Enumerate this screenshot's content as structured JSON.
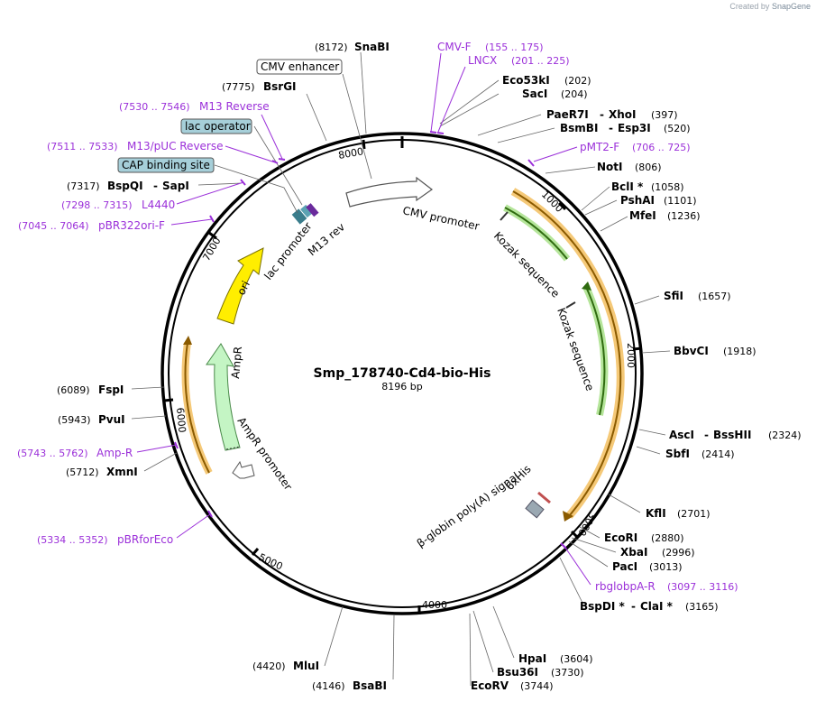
{
  "credit": {
    "prefix": "Created by",
    "brand": "SnapGene"
  },
  "plasmid": {
    "name": "Smp_178740-Cd4-bio-His",
    "length": "8196 bp"
  },
  "ticks": [
    "1000",
    "2000",
    "3000",
    "4000",
    "5000",
    "6000",
    "7000",
    "8000"
  ],
  "enzymes": [
    {
      "id": "snabi",
      "name": "SnaBI",
      "pos": "(8172)"
    },
    {
      "id": "bsrgi",
      "name": "BsrGI",
      "pos": "(7775)"
    },
    {
      "id": "eco53ki",
      "name": "Eco53kI",
      "pos": "(202)"
    },
    {
      "id": "saci",
      "name": "SacI",
      "pos": "(204)"
    },
    {
      "id": "paer7i",
      "name": "PaeR7I",
      "name2": "XhoI",
      "pos": "(397)"
    },
    {
      "id": "bsmbi",
      "name": "BsmBI",
      "name2": "Esp3I",
      "pos": "(520)"
    },
    {
      "id": "noti",
      "name": "NotI",
      "pos": "(806)"
    },
    {
      "id": "bcli",
      "name": "BclI *",
      "pos": "(1058)"
    },
    {
      "id": "pshai",
      "name": "PshAI",
      "pos": "(1101)"
    },
    {
      "id": "mfei",
      "name": "MfeI",
      "pos": "(1236)"
    },
    {
      "id": "sfii",
      "name": "SfiI",
      "pos": "(1657)"
    },
    {
      "id": "bbvci",
      "name": "BbvCI",
      "pos": "(1918)"
    },
    {
      "id": "asci",
      "name": "AscI",
      "name2": "BssHII",
      "pos": "(2324)"
    },
    {
      "id": "sbfi",
      "name": "SbfI",
      "pos": "(2414)"
    },
    {
      "id": "kfli",
      "name": "KflI",
      "pos": "(2701)"
    },
    {
      "id": "ecori",
      "name": "EcoRI",
      "pos": "(2880)"
    },
    {
      "id": "xbai",
      "name": "XbaI",
      "pos": "(2996)"
    },
    {
      "id": "paci",
      "name": "PacI",
      "pos": "(3013)"
    },
    {
      "id": "bspdi",
      "name": "BspDI *",
      "name2": "ClaI *",
      "pos": "(3165)"
    },
    {
      "id": "hpai",
      "name": "HpaI",
      "pos": "(3604)"
    },
    {
      "id": "bsu36i",
      "name": "Bsu36I",
      "pos": "(3730)"
    },
    {
      "id": "ecorv",
      "name": "EcoRV",
      "pos": "(3744)"
    },
    {
      "id": "bsabi",
      "name": "BsaBI",
      "pos": "(4146)"
    },
    {
      "id": "mlui",
      "name": "MluI",
      "pos": "(4420)"
    },
    {
      "id": "xmni",
      "name": "XmnI",
      "pos": "(5712)"
    },
    {
      "id": "pvui",
      "name": "PvuI",
      "pos": "(5943)"
    },
    {
      "id": "fspi",
      "name": "FspI",
      "pos": "(6089)"
    },
    {
      "id": "bspqi",
      "name": "BspQI",
      "name2": "SapI",
      "pos": "(7317)"
    }
  ],
  "primers": [
    {
      "id": "cmvf",
      "name": "CMV-F",
      "range": "(155 .. 175)"
    },
    {
      "id": "lncx",
      "name": "LNCX",
      "range": "(201 .. 225)"
    },
    {
      "id": "pmt2f",
      "name": "pMT2-F",
      "range": "(706 .. 725)"
    },
    {
      "id": "rbglobpar",
      "name": "rbglobpA-R",
      "range": "(3097 .. 3116)"
    },
    {
      "id": "pbrforeco",
      "name": "pBRforEco",
      "range": "(5334 .. 5352)"
    },
    {
      "id": "ampr",
      "name": "Amp-R",
      "range": "(5743 .. 5762)"
    },
    {
      "id": "pbr322orif",
      "name": "pBR322ori-F",
      "range": "(7045 .. 7064)"
    },
    {
      "id": "l4440",
      "name": "L4440",
      "range": "(7298 .. 7315)"
    },
    {
      "id": "m13puc",
      "name": "M13/pUC Reverse",
      "range": "(7511 .. 7533)"
    },
    {
      "id": "m13rev",
      "name": "M13 Reverse",
      "range": "(7530 .. 7546)"
    }
  ],
  "boxed_features": [
    {
      "id": "cmv-enhancer",
      "name": "CMV enhancer",
      "style": "outline"
    },
    {
      "id": "lac-operator",
      "name": "lac operator",
      "style": "filled"
    },
    {
      "id": "cap-site",
      "name": "CAP binding site",
      "style": "filled"
    }
  ],
  "features": {
    "cmv_promoter": "CMV promoter",
    "kozak1": "Kozak sequence",
    "kozak2": "Kozak sequence",
    "his_tag": "6xHis",
    "polya": "β-globin poly(A) signal",
    "ori": "ori",
    "ampr": "AmpR",
    "ampr_promoter": "AmpR promoter",
    "lac_promoter": "lac promoter",
    "m13_rev": "M13 rev"
  },
  "colors": {
    "backbone": "#000000",
    "primer": "#9b30d9",
    "orf_orange": "#f5b84a",
    "orf_green": "#7acc47",
    "ori_yellow": "#ffee00",
    "ampr_green": "#c4f5c4",
    "filled_box": "#a6cfd9"
  }
}
